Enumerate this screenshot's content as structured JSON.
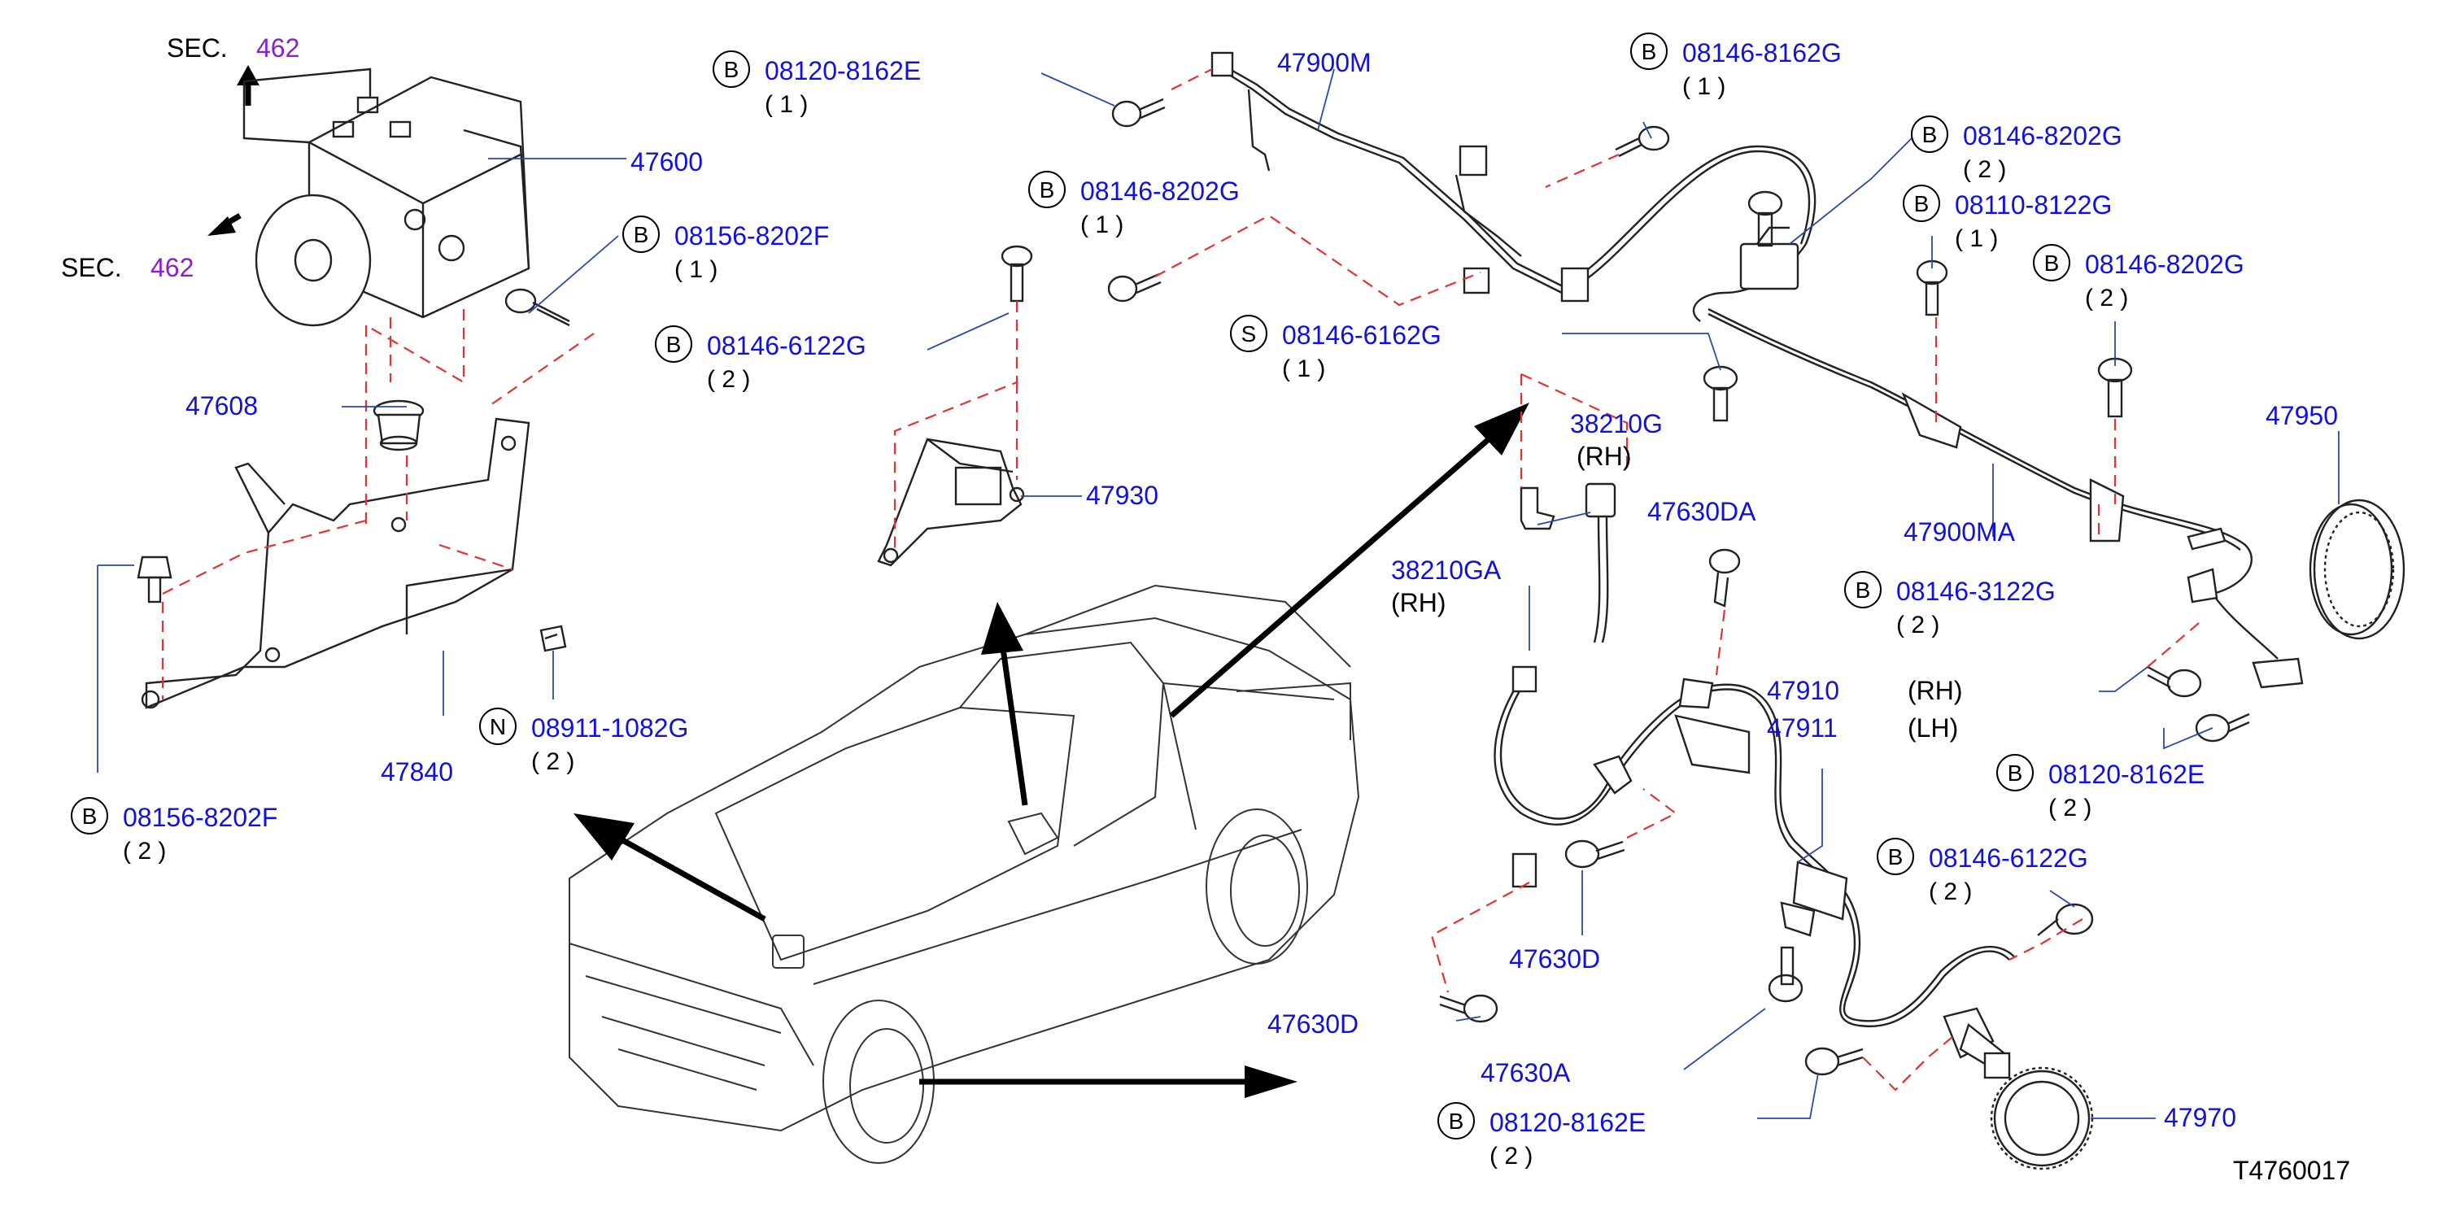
{
  "diagram": {
    "code": "T4760017",
    "sec_refs": [
      {
        "prefix": "SEC.",
        "num": "462"
      },
      {
        "prefix": "SEC.",
        "num": "462"
      }
    ],
    "parts": [
      {
        "id": "47600"
      },
      {
        "id": "47608"
      },
      {
        "id": "47840"
      },
      {
        "id": "47930"
      },
      {
        "id": "47900M"
      },
      {
        "id": "47900MA"
      },
      {
        "id": "47950"
      },
      {
        "id": "38210G",
        "side": "(RH)"
      },
      {
        "id": "38210GA",
        "side": "(RH)"
      },
      {
        "id": "47630DA"
      },
      {
        "id": "47910",
        "side": "(RH)"
      },
      {
        "id": "47911",
        "side": "(LH)"
      },
      {
        "id": "47630D"
      },
      {
        "id": "47630D"
      },
      {
        "id": "47630A"
      },
      {
        "id": "47970"
      }
    ],
    "fasteners": [
      {
        "type": "B",
        "pn": "08120-8162E",
        "qty": "( 1 )"
      },
      {
        "type": "B",
        "pn": "08146-8162G",
        "qty": "( 1 )"
      },
      {
        "type": "B",
        "pn": "08146-8202G",
        "qty": "( 2 )"
      },
      {
        "type": "B",
        "pn": "08146-8202G",
        "qty": "( 1 )"
      },
      {
        "type": "B",
        "pn": "08110-8122G",
        "qty": "( 1 )"
      },
      {
        "type": "B",
        "pn": "08146-8202G",
        "qty": "( 2 )"
      },
      {
        "type": "B",
        "pn": "08156-8202F",
        "qty": "( 1 )"
      },
      {
        "type": "B",
        "pn": "08146-6122G",
        "qty": "( 2 )"
      },
      {
        "type": "S",
        "pn": "08146-6162G",
        "qty": "( 1 )"
      },
      {
        "type": "B",
        "pn": "08156-8202F",
        "qty": "( 2 )"
      },
      {
        "type": "N",
        "pn": "08911-1082G",
        "qty": "( 2 )"
      },
      {
        "type": "B",
        "pn": "08146-3122G",
        "qty": "( 2 )"
      },
      {
        "type": "B",
        "pn": "08120-8162E",
        "qty": "( 2 )"
      },
      {
        "type": "B",
        "pn": "08146-6122G",
        "qty": "( 2 )"
      },
      {
        "type": "B",
        "pn": "08120-8162E",
        "qty": "( 2 )"
      }
    ]
  },
  "colors": {
    "label": "#1010e0",
    "sec_number": "#8a1fd0",
    "dashed_line": "#e23333",
    "leader_line": "#2a4aa8"
  }
}
